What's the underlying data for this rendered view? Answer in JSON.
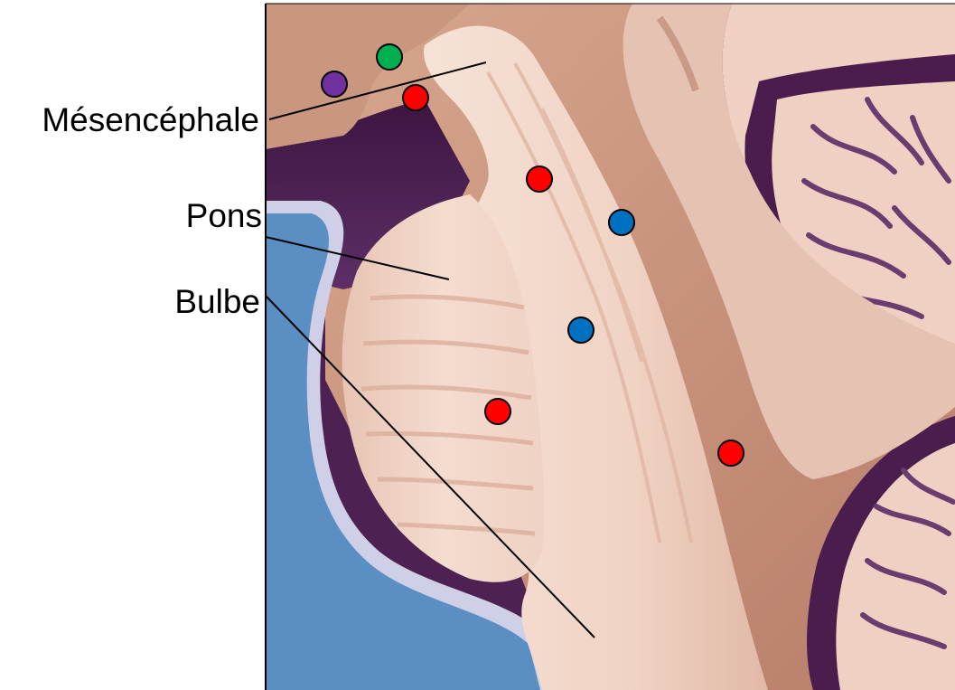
{
  "labels": {
    "mesencephale": "Mésencéphale",
    "pons": "Pons",
    "bulbe": "Bulbe"
  },
  "colors": {
    "background": "#ffffff",
    "frame": "#000000",
    "tissue_bg": "#c89a84",
    "purple_dark": "#4a1d4d",
    "purple_mid": "#6a3d70",
    "ventricle_blue": "#5b8fc4",
    "ventricle_border": "#cfd0e8",
    "brainstem": "#f2d6c8",
    "brainstem_shade": "#e4bcaa",
    "cerebellum": "#f0d0c2",
    "marker_red": "#ff0000",
    "marker_blue": "#0070c0",
    "marker_green": "#00b050",
    "marker_purple": "#7030a0"
  },
  "markers": [
    {
      "id": "marker-purple",
      "color": "purple"
    },
    {
      "id": "marker-green",
      "color": "green"
    },
    {
      "id": "marker-red-1",
      "color": "red"
    },
    {
      "id": "marker-red-2",
      "color": "red"
    },
    {
      "id": "marker-blue-1",
      "color": "blue"
    },
    {
      "id": "marker-blue-2",
      "color": "blue"
    },
    {
      "id": "marker-red-3",
      "color": "red"
    },
    {
      "id": "marker-red-4",
      "color": "red"
    }
  ]
}
